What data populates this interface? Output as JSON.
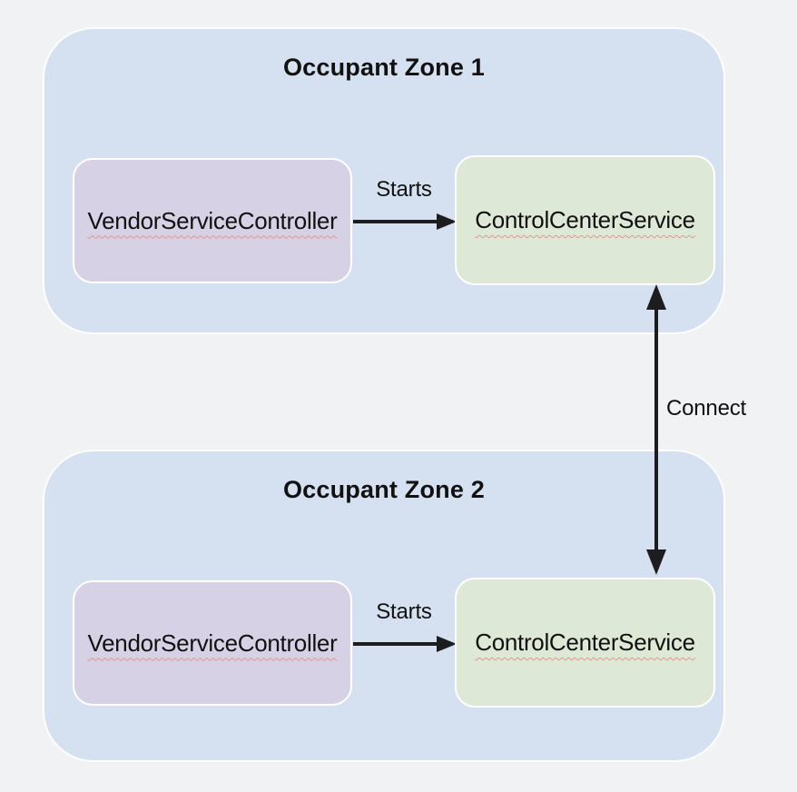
{
  "diagram": {
    "zones": [
      {
        "title": "Occupant Zone 1",
        "nodes": [
          {
            "label": "VendorServiceController"
          },
          {
            "label": "ControlCenterService"
          }
        ],
        "edge_label": "Starts"
      },
      {
        "title": "Occupant Zone 2",
        "nodes": [
          {
            "label": "VendorServiceController"
          },
          {
            "label": "ControlCenterService"
          }
        ],
        "edge_label": "Starts"
      }
    ],
    "connect_label": "Connect",
    "colors": {
      "background": "#f1f2f4",
      "zone_fill": "#d5e1f0",
      "zone_border": "#fdfdfe",
      "controller_fill": "#d7d1e5",
      "service_fill": "#dde9d6",
      "node_border": "#ffffff",
      "arrow": "#1d1d1f",
      "squiggle": "#e5948b",
      "text": "#111111"
    }
  }
}
